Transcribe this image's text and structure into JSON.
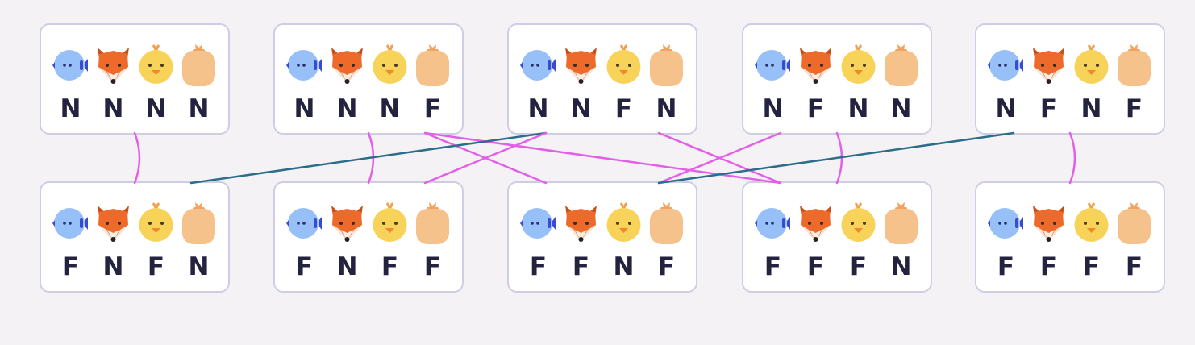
{
  "characters": [
    {
      "name": "fish",
      "icon": "blue-fish-icon",
      "color": "#96c0f7"
    },
    {
      "name": "fox",
      "icon": "fox-icon",
      "color": "#ee6a2a"
    },
    {
      "name": "chick",
      "icon": "chick-icon",
      "color": "#f8d35a"
    },
    {
      "name": "sack",
      "icon": "grain-sack-icon",
      "color": "#f6c28c"
    }
  ],
  "states": [
    {
      "id": "NNNN",
      "row": 0,
      "col": 0,
      "letters": [
        "N",
        "N",
        "N",
        "N"
      ]
    },
    {
      "id": "NNNF",
      "row": 0,
      "col": 1,
      "letters": [
        "N",
        "N",
        "N",
        "F"
      ]
    },
    {
      "id": "NNFN",
      "row": 0,
      "col": 2,
      "letters": [
        "N",
        "N",
        "F",
        "N"
      ]
    },
    {
      "id": "NFNN",
      "row": 0,
      "col": 3,
      "letters": [
        "N",
        "F",
        "N",
        "N"
      ]
    },
    {
      "id": "NFNF",
      "row": 0,
      "col": 4,
      "letters": [
        "N",
        "F",
        "N",
        "F"
      ]
    },
    {
      "id": "FNFN",
      "row": 1,
      "col": 0,
      "letters": [
        "F",
        "N",
        "F",
        "N"
      ]
    },
    {
      "id": "FNFF",
      "row": 1,
      "col": 1,
      "letters": [
        "F",
        "N",
        "F",
        "F"
      ]
    },
    {
      "id": "FFNF",
      "row": 1,
      "col": 2,
      "letters": [
        "F",
        "F",
        "N",
        "F"
      ]
    },
    {
      "id": "FFFN",
      "row": 1,
      "col": 3,
      "letters": [
        "F",
        "F",
        "F",
        "N"
      ]
    },
    {
      "id": "FFFF",
      "row": 1,
      "col": 4,
      "letters": [
        "F",
        "F",
        "F",
        "F"
      ]
    }
  ],
  "edge_colors": {
    "magenta": "#e45fe8",
    "teal": "#2c6d8a"
  },
  "edges": [
    {
      "from": "NNNN",
      "to": "FNFN",
      "color": "magenta"
    },
    {
      "from": "NNNF",
      "to": "FNFF",
      "color": "magenta"
    },
    {
      "from": "NNNF",
      "to": "FFNF",
      "color": "magenta"
    },
    {
      "from": "NNNF",
      "to": "FFFN",
      "color": "magenta"
    },
    {
      "from": "NNFN",
      "to": "FNFN",
      "color": "teal"
    },
    {
      "from": "NNFN",
      "to": "FNFF",
      "color": "magenta"
    },
    {
      "from": "NNFN",
      "to": "FFFN",
      "color": "magenta"
    },
    {
      "from": "NFNN",
      "to": "FFNF",
      "color": "magenta"
    },
    {
      "from": "NFNN",
      "to": "FFFN",
      "color": "magenta"
    },
    {
      "from": "NFNF",
      "to": "FFNF",
      "color": "teal"
    },
    {
      "from": "NFNF",
      "to": "FFFF",
      "color": "magenta"
    }
  ]
}
